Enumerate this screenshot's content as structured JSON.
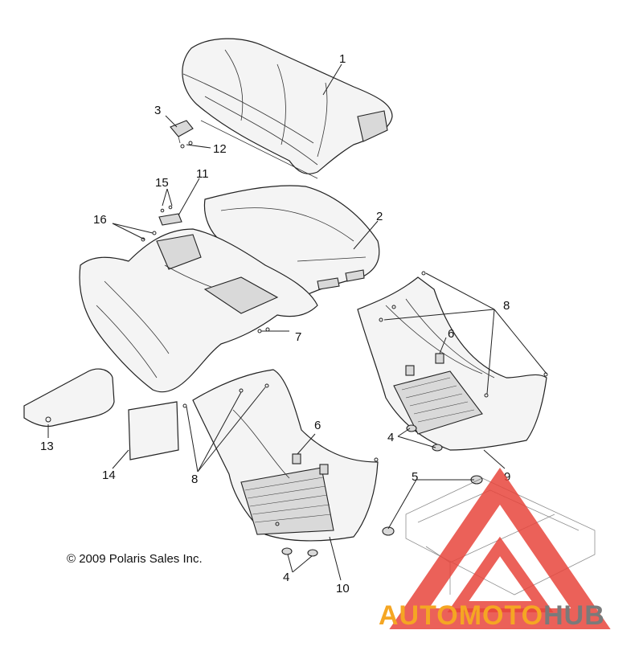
{
  "diagram": {
    "callouts": [
      {
        "id": "c1",
        "text": "1"
      },
      {
        "id": "c2",
        "text": "2"
      },
      {
        "id": "c3",
        "text": "3"
      },
      {
        "id": "c4a",
        "text": "4"
      },
      {
        "id": "c4b",
        "text": "4"
      },
      {
        "id": "c5",
        "text": "5"
      },
      {
        "id": "c6a",
        "text": "6"
      },
      {
        "id": "c6b",
        "text": "6"
      },
      {
        "id": "c7",
        "text": "7"
      },
      {
        "id": "c8a",
        "text": "8"
      },
      {
        "id": "c8b",
        "text": "8"
      },
      {
        "id": "c9",
        "text": "9"
      },
      {
        "id": "c10",
        "text": "10"
      },
      {
        "id": "c11",
        "text": "11"
      },
      {
        "id": "c12",
        "text": "12"
      },
      {
        "id": "c13",
        "text": "13"
      },
      {
        "id": "c14",
        "text": "14"
      },
      {
        "id": "c15",
        "text": "15"
      },
      {
        "id": "c16",
        "text": "16"
      }
    ],
    "copyright": "© 2009 Polaris Sales Inc."
  },
  "watermark": {
    "word_auto": "AUTO",
    "word_moto": "MOTO",
    "word_hub": "HUB",
    "colors": {
      "auto": "#f5a623",
      "moto": "#f5a623",
      "hub": "#7a7a7a",
      "triangle": "#e8453c"
    }
  }
}
